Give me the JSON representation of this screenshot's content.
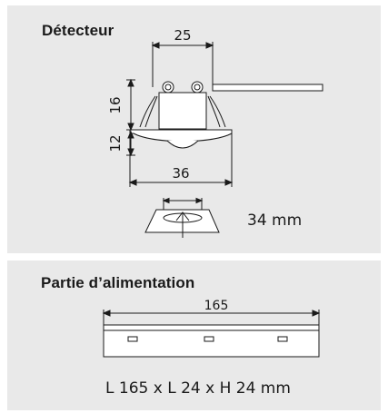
{
  "detector": {
    "title": "Détecteur",
    "dim_width_top": "25",
    "dim_height_upper": "16",
    "dim_height_lower": "12",
    "dim_width_bottom": "36",
    "cutout_label": "34 mm"
  },
  "power_unit": {
    "title": "Partie d’alimentation",
    "dim_length": "165",
    "dimensions_label": "L 165 x L 24 x H 24 mm"
  },
  "colors": {
    "panel_background": "#e9e9e9",
    "line": "#1a1a1a",
    "fill": "#ffffff"
  }
}
